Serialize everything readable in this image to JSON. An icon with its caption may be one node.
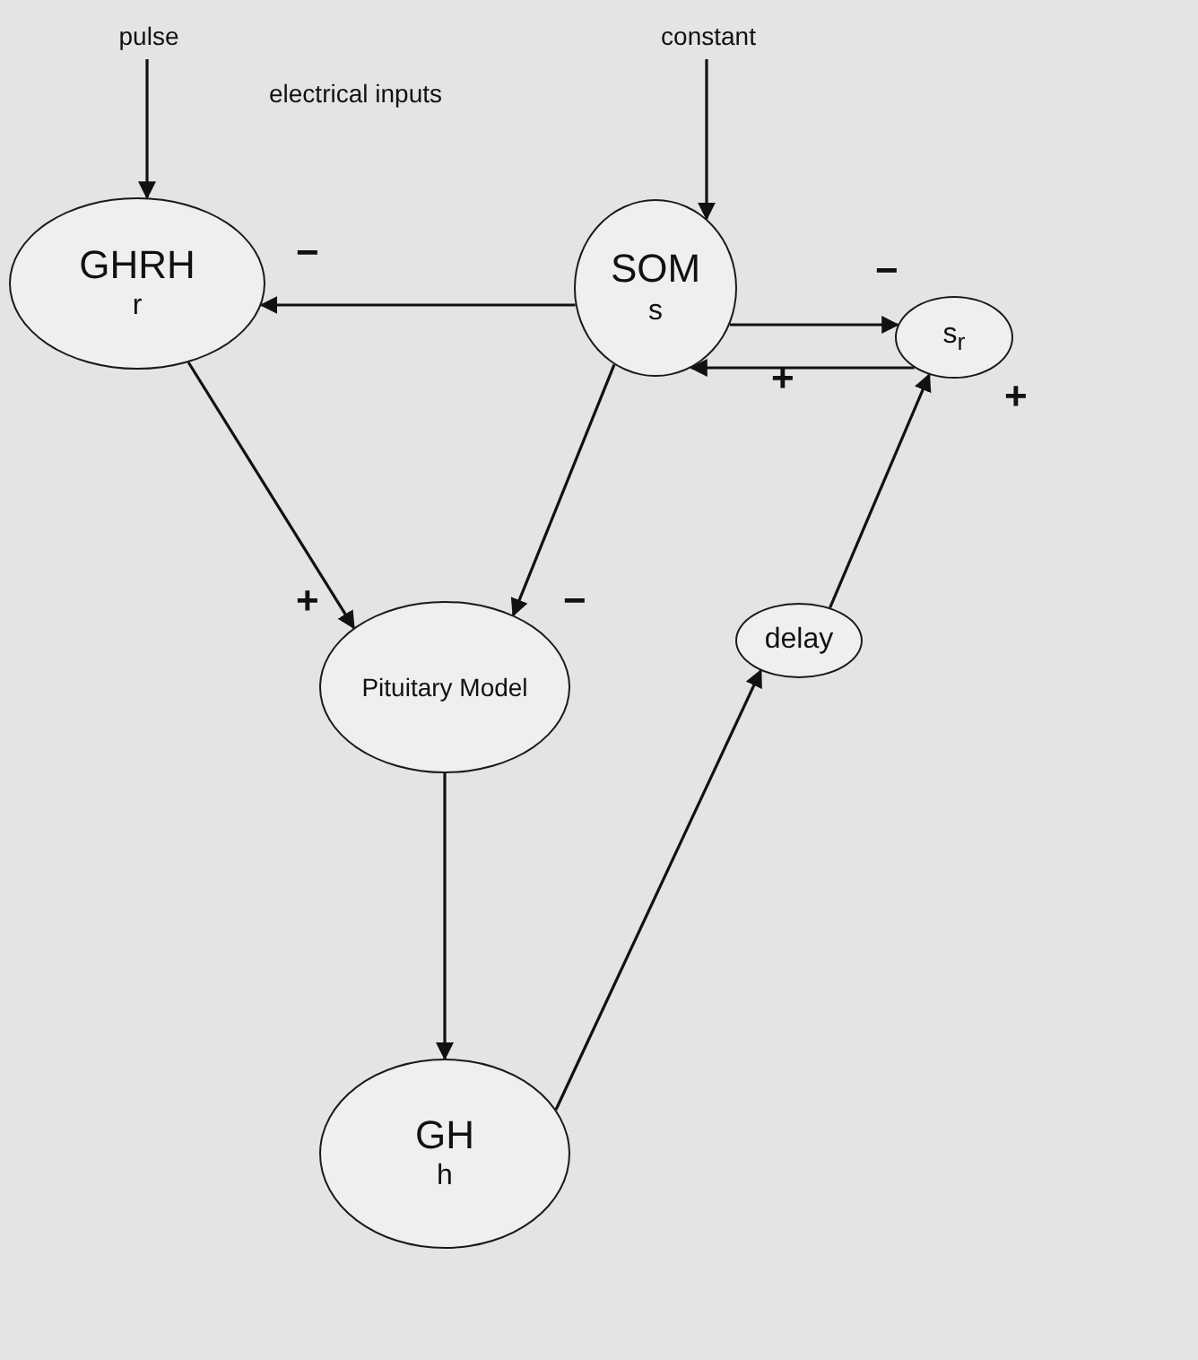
{
  "diagram": {
    "nodes": [
      {
        "text": [
          "pulse"
        ]
      },
      {
        "text": [
          "constant"
        ]
      },
      {
        "text": [
          "GHRH",
          "r"
        ]
      },
      {
        "text": [
          "SOM",
          "s"
        ]
      },
      {
        "text": [
          "s$_{r}$"
        ]
      },
      {
        "text": [
          "Pituitary Model"
        ]
      },
      {
        "text": [
          "delay"
        ]
      },
      {
        "text": [
          "GH",
          "h"
        ]
      }
    ],
    "edges": [
      {
        "from": 0,
        "to": 2,
        "arrow": "to"
      },
      {
        "from": 1,
        "to": 3,
        "arrow": "to"
      },
      {
        "from": 3,
        "to": 2,
        "arrow": "to"
      },
      {
        "from": 3,
        "to": 4,
        "arrow": "to"
      },
      {
        "from": 4,
        "to": 3,
        "arrow": "to"
      },
      {
        "from": 2,
        "to": 5,
        "arrow": "to"
      },
      {
        "from": 3,
        "to": 5,
        "arrow": "to"
      },
      {
        "from": 5,
        "to": 7,
        "arrow": "to"
      },
      {
        "from": 7,
        "to": 6,
        "arrow": "to"
      },
      {
        "from": 6,
        "to": 4,
        "arrow": "to"
      }
    ],
    "labels": [
      "electrical inputs",
      "−",
      "−",
      "+",
      "+",
      "+",
      "−"
    ]
  }
}
